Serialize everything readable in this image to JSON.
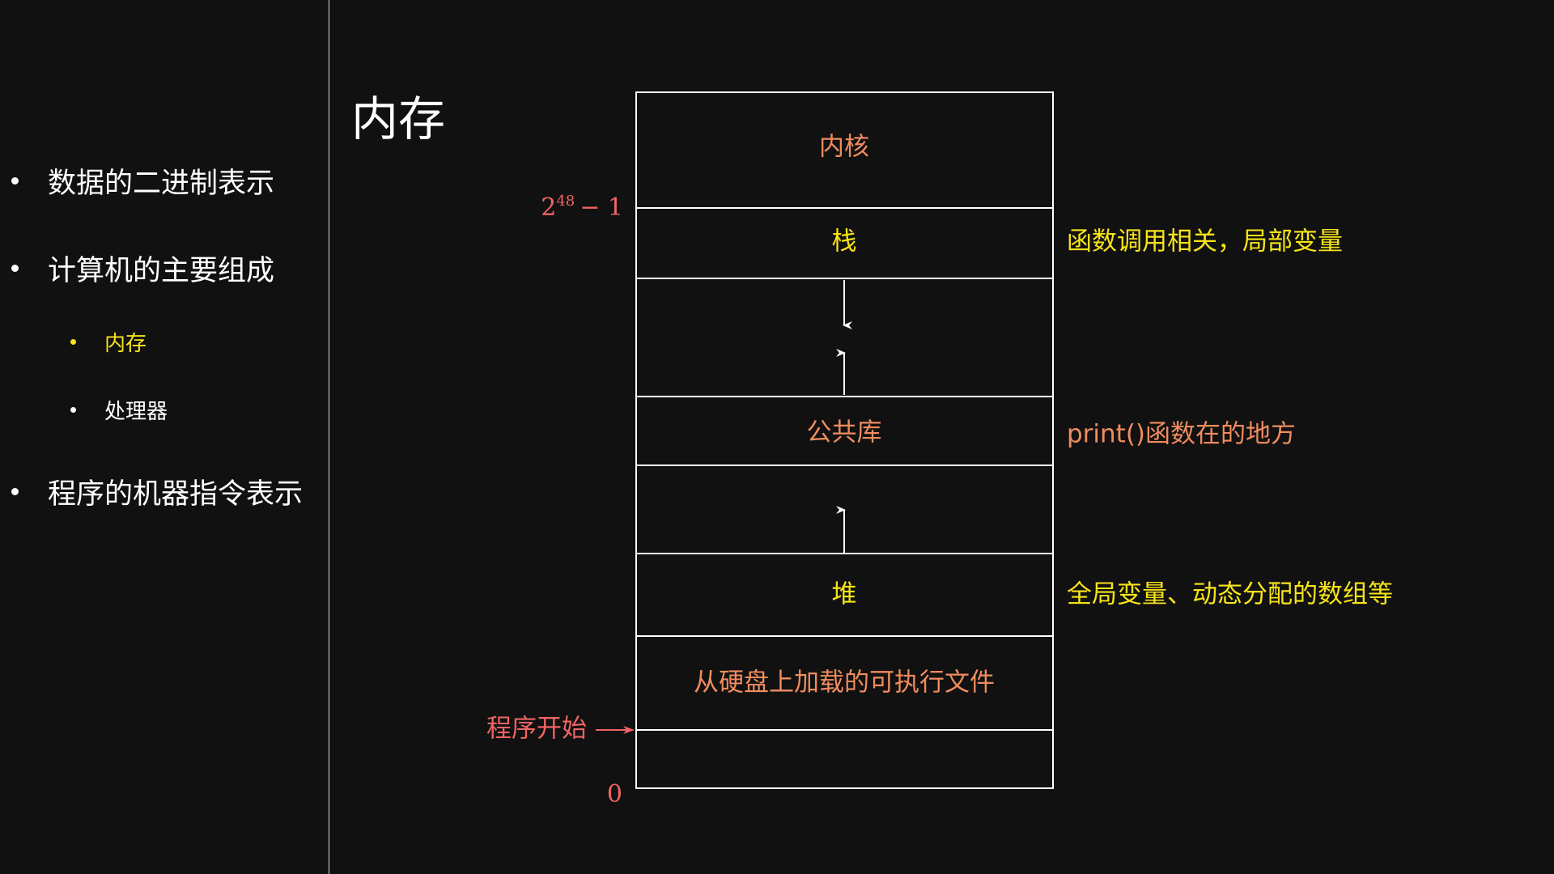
{
  "sidebar": {
    "items": [
      {
        "label": "数据的二进制表示",
        "level": 1,
        "active": false
      },
      {
        "label": "计算机的主要组成",
        "level": 1,
        "active": false
      },
      {
        "label": "内存",
        "level": 2,
        "active": true
      },
      {
        "label": "处理器",
        "level": 2,
        "active": false
      },
      {
        "label": "程序的机器指令表示",
        "level": 1,
        "active": false
      }
    ]
  },
  "slide": {
    "title": "内存"
  },
  "memory": {
    "segments": {
      "kernel": "内核",
      "stack": "栈",
      "shared_lib": "公共库",
      "heap": "堆",
      "executable": "从硬盘上加载的可执行文件"
    },
    "notes": {
      "stack": "函数调用相关，局部变量",
      "shared_lib": "print()函数在的地方",
      "heap": "全局变量、动态分配的数组等"
    },
    "addresses": {
      "top_base": "2",
      "top_exp": "48",
      "top_rest": "− 1",
      "bottom": "0",
      "program_start": "程序开始"
    }
  },
  "colors": {
    "background": "#111111",
    "orange": "#f08c5e",
    "yellow": "#f7e419",
    "red": "#f06464",
    "white": "#ffffff"
  }
}
